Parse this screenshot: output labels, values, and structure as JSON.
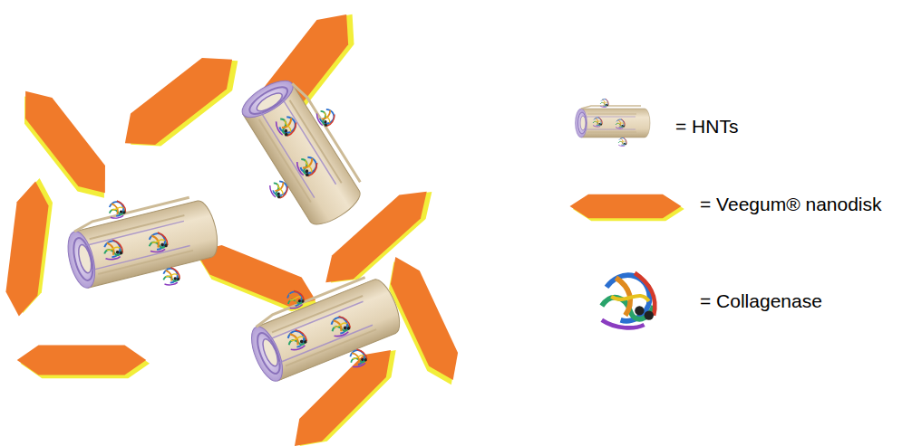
{
  "diagram": {
    "legend": [
      {
        "text": "= HNTs"
      },
      {
        "text": "= Veegum® nanodisk"
      },
      {
        "text": "= Collagenase"
      }
    ]
  }
}
